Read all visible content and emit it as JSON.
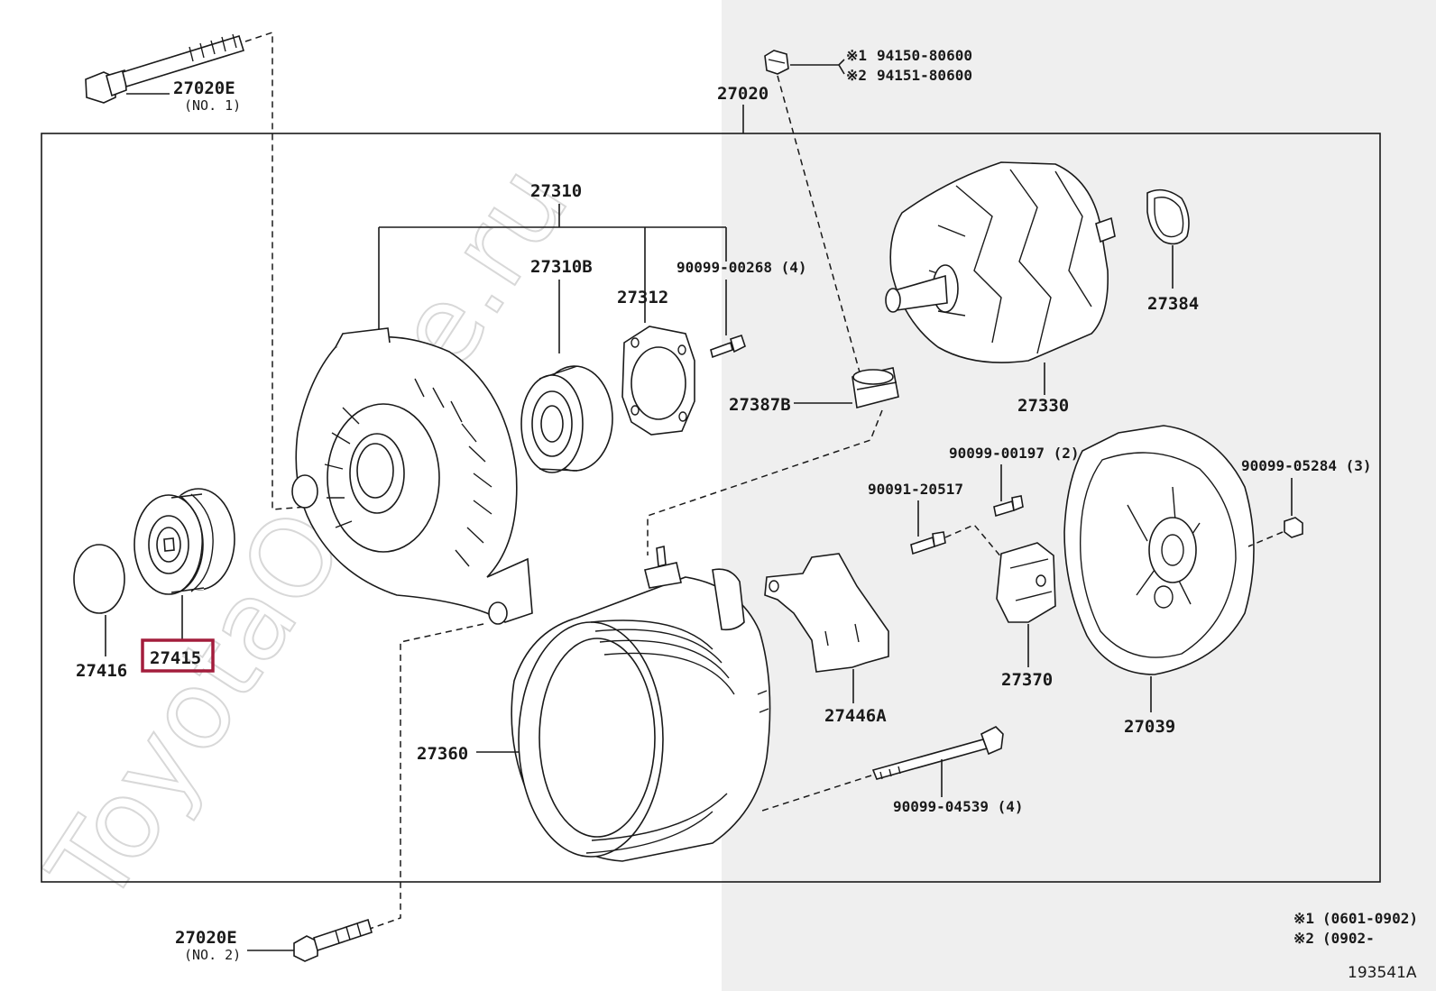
{
  "diagram_id": "193541A",
  "watermark": "ToyotaOnline.ru",
  "highlighted_part": "27415",
  "parts": {
    "p27020E_no1": {
      "code": "27020E",
      "note": "(NO. 1)"
    },
    "p27020E_no2": {
      "code": "27020E",
      "note": "(NO. 2)"
    },
    "p27020": "27020",
    "p94150": {
      "mark": "※1",
      "code": "94150-80600"
    },
    "p94151": {
      "mark": "※2",
      "code": "94151-80600"
    },
    "p27310": "27310",
    "p27310B": "27310B",
    "p27312": "27312",
    "p90099_00268": "90099-00268 (4)",
    "p27384": "27384",
    "p27330": "27330",
    "p27387B": "27387B",
    "p90099_00197": "90099-00197 (2)",
    "p90099_05284": "90099-05284 (3)",
    "p90091_20517": "90091-20517",
    "p27416": "27416",
    "p27415": "27415",
    "p27370": "27370",
    "p27446A": "27446A",
    "p27039": "27039",
    "p27360": "27360",
    "p90099_04539": "90099-04539 (4)"
  },
  "footnotes": [
    {
      "mark": "※1",
      "text": "(0601-0902)"
    },
    {
      "mark": "※2",
      "text": "(0902-        )"
    }
  ]
}
